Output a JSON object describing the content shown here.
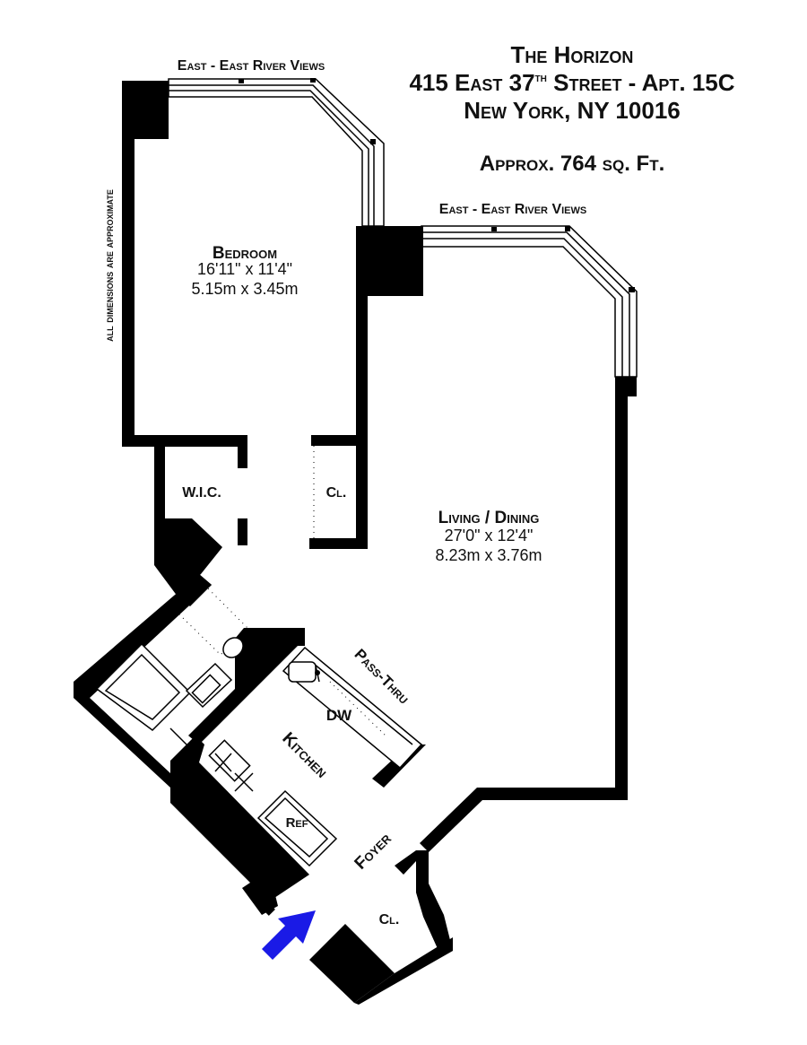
{
  "header": {
    "line1": "The Horizon",
    "line2_prefix": "415 East 37",
    "line2_sup": "th",
    "line2_suffix": " Street - Apt. 15C",
    "line3": "New York,  NY  10016",
    "area": "Approx. 764 sq. Ft."
  },
  "notes": {
    "view_top": "East - East River Views",
    "view_right": "East - East River Views",
    "disclaimer": "all dimensions are approximate"
  },
  "rooms": {
    "bedroom": {
      "name": "Bedroom",
      "imperial": "16'11\"  x  11'4\"",
      "metric": "5.15m  x  3.45m"
    },
    "living": {
      "name": "Living / Dining",
      "imperial": "27'0\"  x  12'4\"",
      "metric": "8.23m  x  3.76m"
    },
    "wic": {
      "name": "W.I.C."
    },
    "closet_bedroom": {
      "name": "Cl."
    },
    "closet_foyer": {
      "name": "Cl."
    },
    "kitchen": {
      "name": "Kitchen"
    },
    "pass_thru": {
      "name": "Pass-Thru"
    },
    "dishwasher": {
      "name": "DW"
    },
    "refrigerator": {
      "name": "Ref"
    },
    "foyer": {
      "name": "Foyer"
    }
  },
  "colors": {
    "wall": "#000000",
    "background": "#ffffff",
    "entry_arrow": "#1a1ae6"
  },
  "icons": {
    "entry": "entry-arrow-icon"
  }
}
